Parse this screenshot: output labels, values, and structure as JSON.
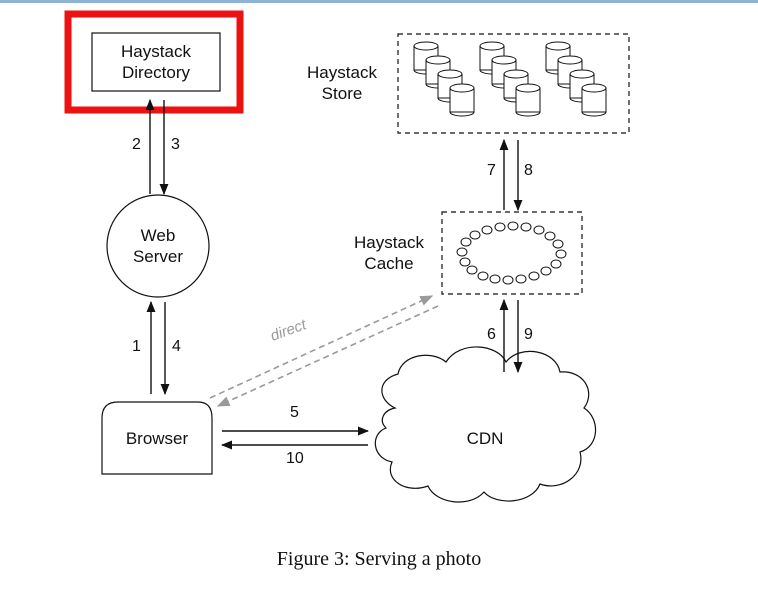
{
  "diagram": {
    "directory_label": [
      "Haystack",
      "Directory"
    ],
    "web_server_label": [
      "Web",
      "Server"
    ],
    "browser_label": "Browser",
    "store_label": [
      "Haystack",
      "Store"
    ],
    "cache_label": [
      "Haystack",
      "Cache"
    ],
    "cdn_label": "CDN",
    "direct_label": "direct",
    "step_numbers": {
      "n1": "1",
      "n2": "2",
      "n3": "3",
      "n4": "4",
      "n5": "5",
      "n6": "6",
      "n7": "7",
      "n8": "8",
      "n9": "9",
      "n10": "10"
    },
    "highlight_color": "#ee1111",
    "direct_path_color": "#9a9a9a"
  },
  "caption": "Figure 3: Serving a photo"
}
